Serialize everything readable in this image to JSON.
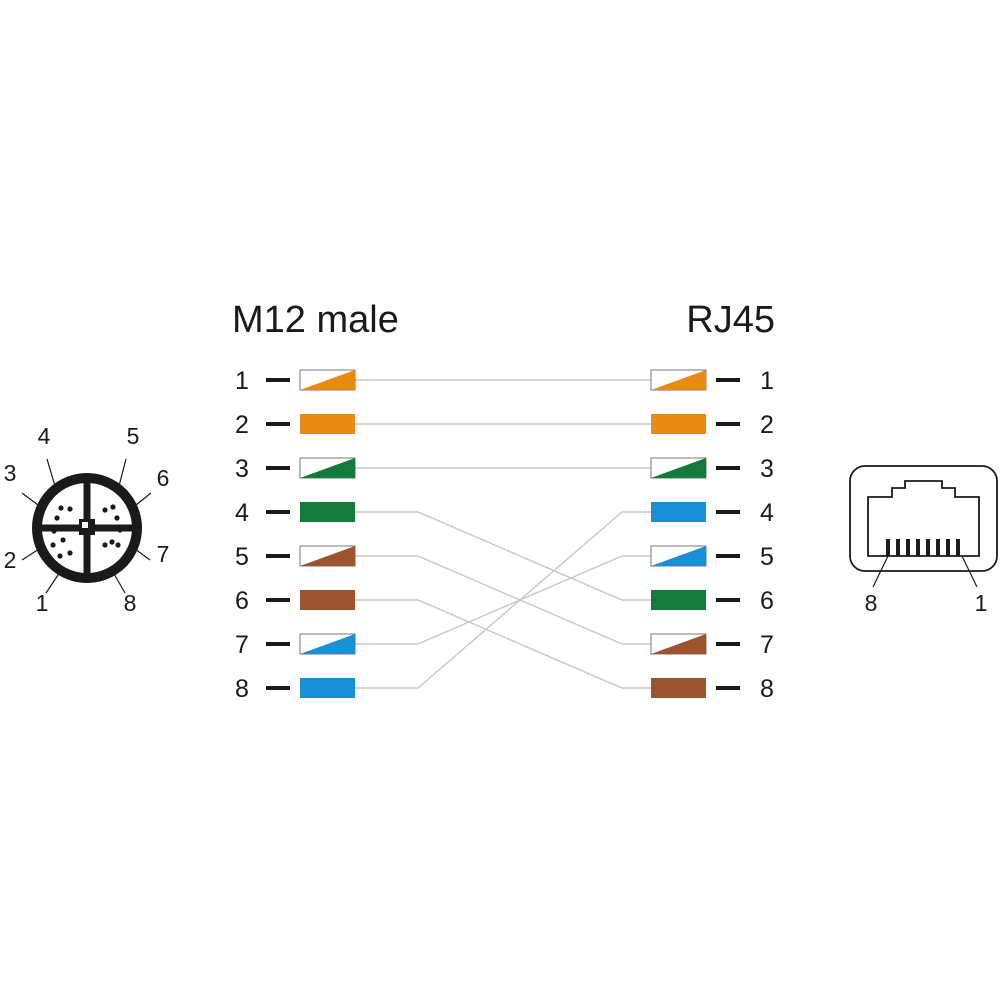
{
  "diagram": {
    "left_title": "M12 male",
    "right_title": "RJ45",
    "colors": {
      "orange": "#e98a14",
      "green": "#137a3c",
      "brown": "#9c5430",
      "blue": "#1a8fd6",
      "wire": "#c8c8c8",
      "outline": "#1a1a1a"
    },
    "left_pins": [
      {
        "num": "1",
        "color": "orange",
        "striped": true
      },
      {
        "num": "2",
        "color": "orange",
        "striped": false
      },
      {
        "num": "3",
        "color": "green",
        "striped": true
      },
      {
        "num": "4",
        "color": "green",
        "striped": false
      },
      {
        "num": "5",
        "color": "brown",
        "striped": true
      },
      {
        "num": "6",
        "color": "brown",
        "striped": false
      },
      {
        "num": "7",
        "color": "blue",
        "striped": true
      },
      {
        "num": "8",
        "color": "blue",
        "striped": false
      }
    ],
    "right_pins": [
      {
        "num": "1",
        "color": "orange",
        "striped": true
      },
      {
        "num": "2",
        "color": "orange",
        "striped": false
      },
      {
        "num": "3",
        "color": "green",
        "striped": true
      },
      {
        "num": "4",
        "color": "blue",
        "striped": false
      },
      {
        "num": "5",
        "color": "blue",
        "striped": true
      },
      {
        "num": "6",
        "color": "green",
        "striped": false
      },
      {
        "num": "7",
        "color": "brown",
        "striped": true
      },
      {
        "num": "8",
        "color": "brown",
        "striped": false
      }
    ],
    "connections": [
      {
        "from": "1",
        "to": "1"
      },
      {
        "from": "2",
        "to": "2"
      },
      {
        "from": "3",
        "to": "3"
      },
      {
        "from": "4",
        "to": "6"
      },
      {
        "from": "5",
        "to": "7"
      },
      {
        "from": "6",
        "to": "8"
      },
      {
        "from": "7",
        "to": "5"
      },
      {
        "from": "8",
        "to": "4"
      }
    ],
    "m12_connector": {
      "pin_labels": [
        "1",
        "2",
        "3",
        "4",
        "5",
        "6",
        "7",
        "8"
      ]
    },
    "rj45_connector": {
      "pin_labels": [
        "8",
        "1"
      ]
    }
  }
}
